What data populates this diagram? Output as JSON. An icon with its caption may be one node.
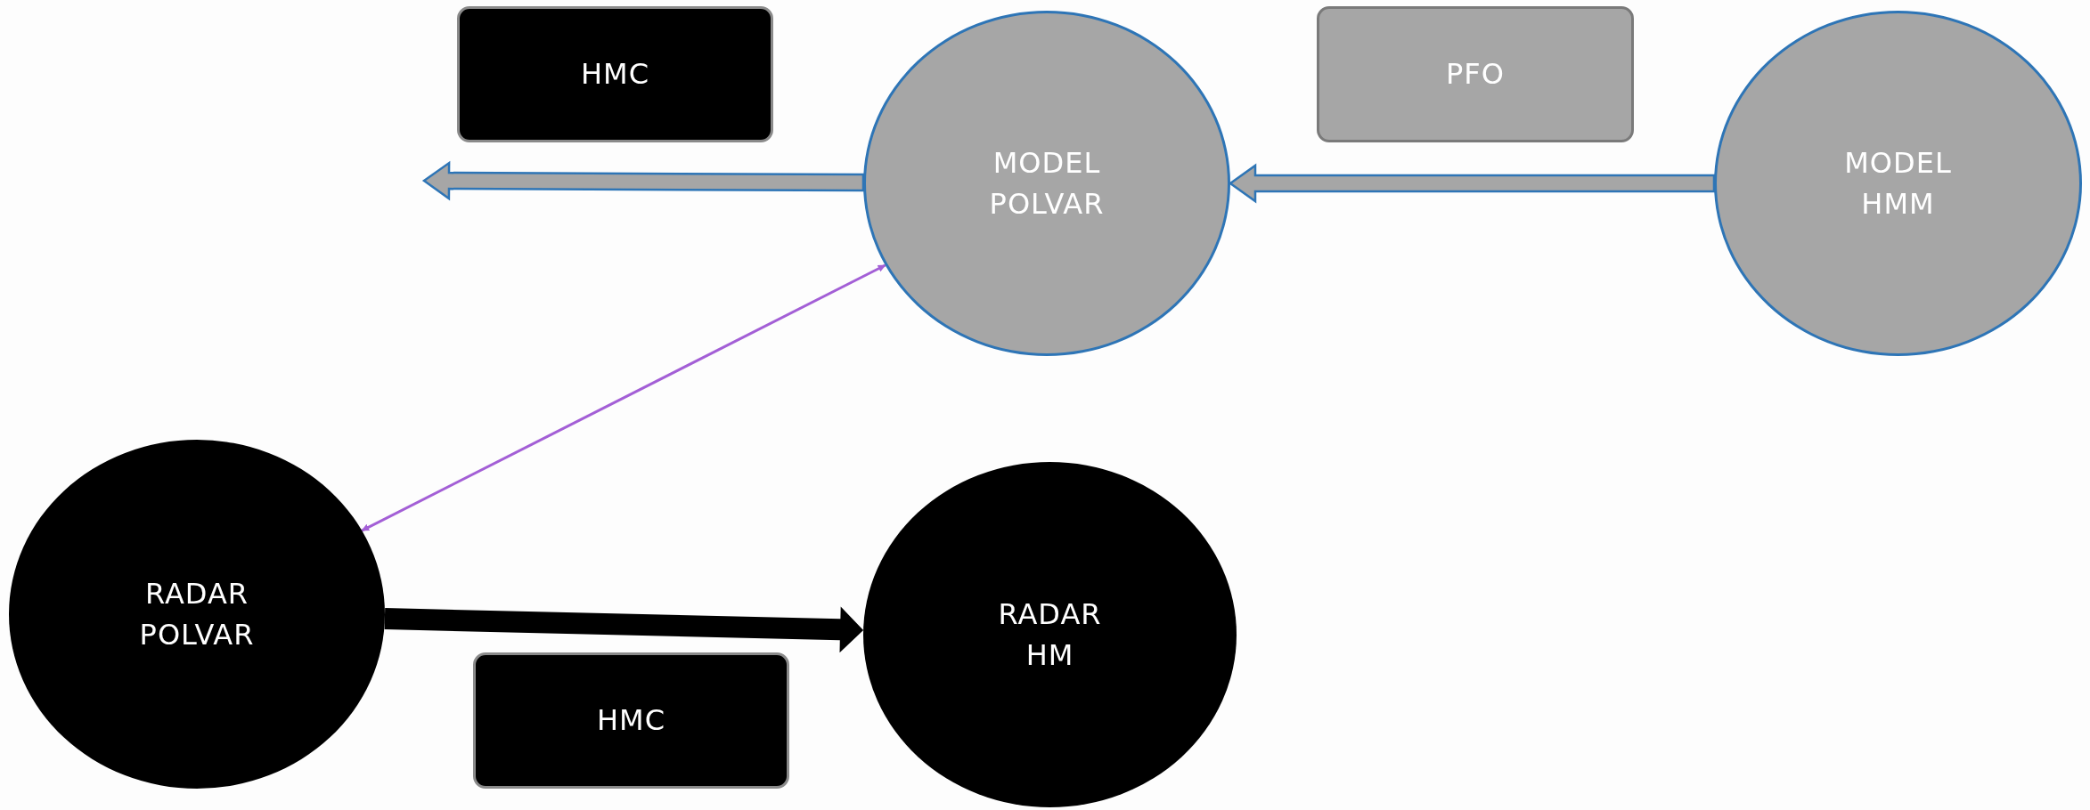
{
  "diagram": {
    "nodes": [
      {
        "text": [
          "HMC"
        ]
      },
      {
        "text": [
          "MODEL POLVAR"
        ]
      },
      {
        "text": [
          "PFO"
        ]
      },
      {
        "text": [
          "MODEL HMM"
        ]
      },
      {
        "text": [
          "RADAR POLVAR"
        ]
      },
      {
        "text": [
          "RADAR HM"
        ]
      },
      {
        "text": [
          "HMC"
        ]
      }
    ],
    "edges": [
      {
        "from": 1,
        "to": null,
        "arrow": "to",
        "style": "thick"
      },
      {
        "from": 3,
        "to": 1,
        "arrow": "to",
        "style": "thick"
      },
      {
        "from": 1,
        "to": 4,
        "arrow": "both",
        "color": "#a35fd6"
      },
      {
        "from": 4,
        "to": 5,
        "arrow": "to",
        "style": "thick",
        "color": "#000000"
      }
    ]
  }
}
